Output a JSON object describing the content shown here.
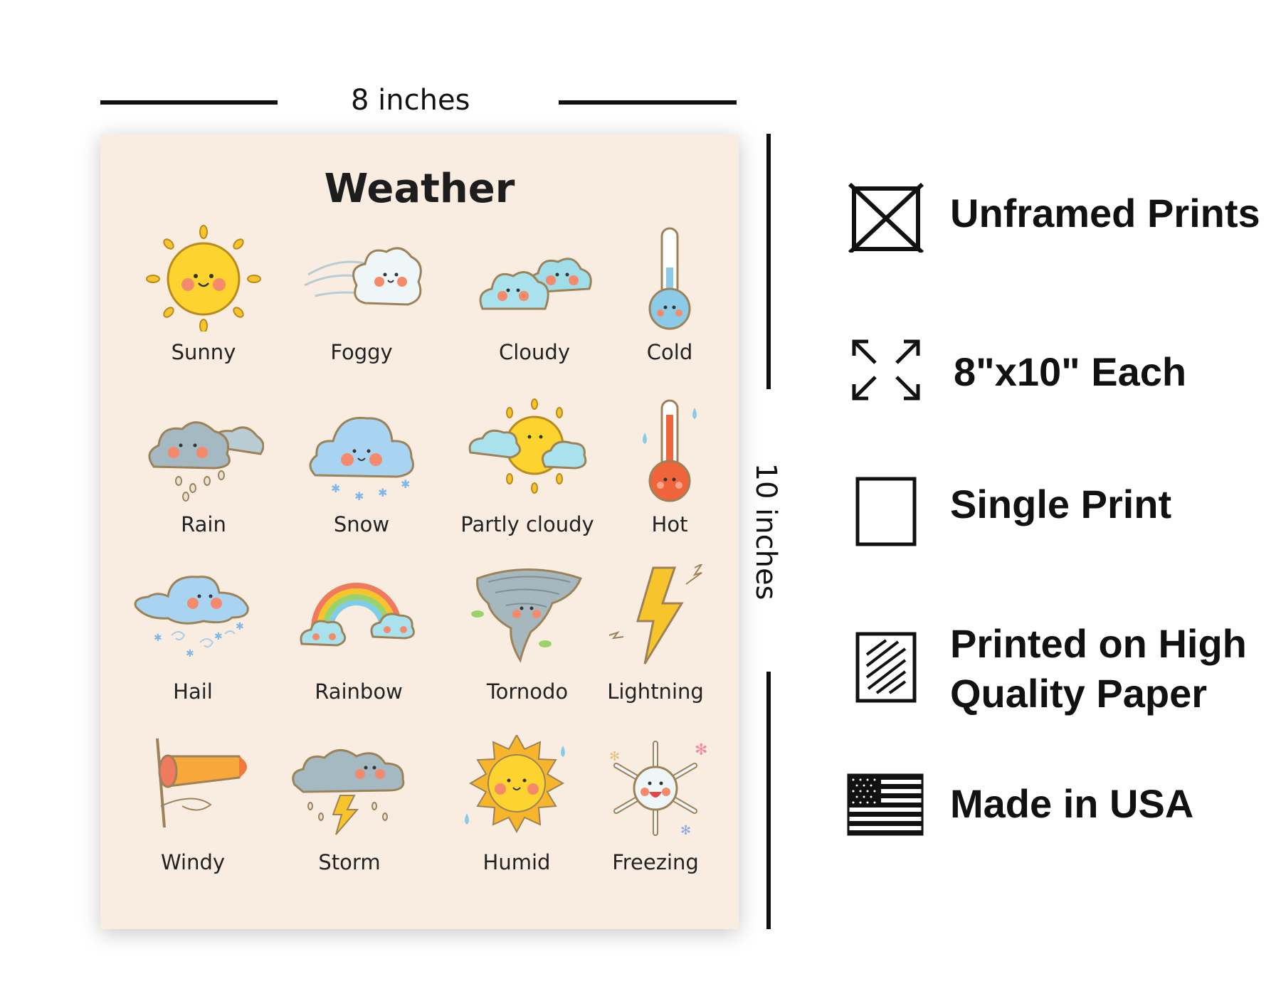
{
  "dimensions": {
    "width_label": "8 inches",
    "height_label": "10 inches"
  },
  "poster": {
    "title": "Weather",
    "background_color": "#f9ede1",
    "items": [
      {
        "label": "Sunny",
        "icon": "sun-icon"
      },
      {
        "label": "Foggy",
        "icon": "fog-cloud-icon"
      },
      {
        "label": "Cloudy",
        "icon": "cloudy-icon"
      },
      {
        "label": "Cold",
        "icon": "cold-thermometer-icon"
      },
      {
        "label": "Rain",
        "icon": "rain-cloud-icon"
      },
      {
        "label": "Snow",
        "icon": "snow-cloud-icon"
      },
      {
        "label": "Partly cloudy",
        "icon": "partly-cloudy-icon"
      },
      {
        "label": "Hot",
        "icon": "hot-thermometer-icon"
      },
      {
        "label": "Hail",
        "icon": "hail-cloud-icon"
      },
      {
        "label": "Rainbow",
        "icon": "rainbow-icon"
      },
      {
        "label": "Tornodo",
        "icon": "tornado-icon"
      },
      {
        "label": "Lightning",
        "icon": "lightning-bolt-icon"
      },
      {
        "label": "Windy",
        "icon": "windsock-icon"
      },
      {
        "label": "Storm",
        "icon": "storm-cloud-icon"
      },
      {
        "label": "Humid",
        "icon": "humid-sun-icon"
      },
      {
        "label": "Freezing",
        "icon": "snowflake-icon"
      }
    ]
  },
  "features": [
    {
      "text": "Unframed Prints",
      "icon": "unframed-icon"
    },
    {
      "text": "8\"x10\" Each",
      "icon": "expand-icon"
    },
    {
      "text": "Single Print",
      "icon": "single-sheet-icon"
    },
    {
      "text": "Printed on High Quality Paper",
      "line1": "Printed on High",
      "line2": "Quality Paper",
      "icon": "paper-icon"
    },
    {
      "text": "Made in USA",
      "icon": "us-flag-icon"
    }
  ]
}
